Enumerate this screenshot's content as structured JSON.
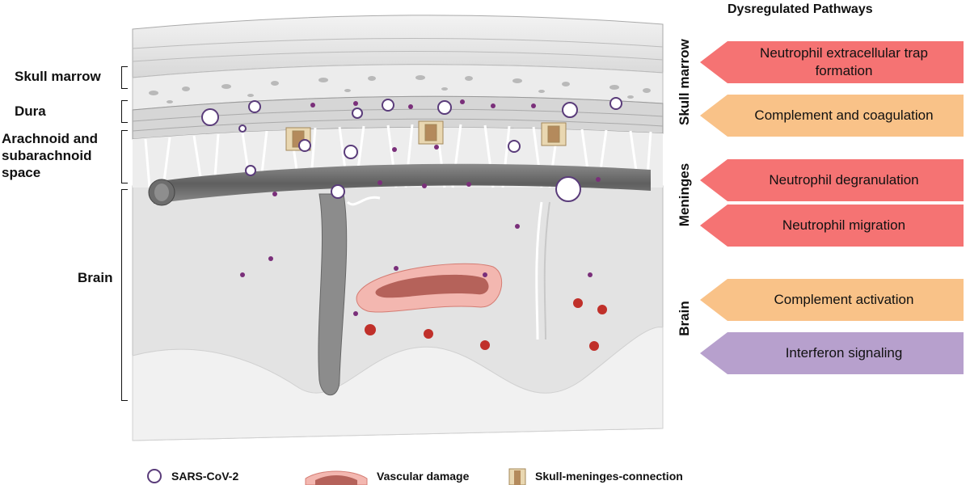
{
  "layers": {
    "skull_marrow": "Skull marrow",
    "dura": "Dura",
    "arachnoid": "Arachnoid and\nsubarachnoid\nspace",
    "brain": "Brain"
  },
  "panel": {
    "title": "Dysregulated Pathways",
    "groups": [
      "Skull marrow",
      "Meninges",
      "Brain"
    ],
    "pathways": [
      {
        "label": "Neutrophil extracellular trap formation",
        "color": "#f57373"
      },
      {
        "label": "Complement and coagulation",
        "color": "#f9c288"
      },
      {
        "label": "Neutrophil degranulation",
        "color": "#f57373"
      },
      {
        "label": "Neutrophil migration",
        "color": "#f57373"
      },
      {
        "label": "Complement activation",
        "color": "#f9c288"
      },
      {
        "label": "Interferon signaling",
        "color": "#b7a0cd"
      }
    ]
  },
  "legend": {
    "virus": "SARS-CoV-2",
    "vascular": "Vascular damage",
    "connection": "Skull-meninges-connection"
  }
}
